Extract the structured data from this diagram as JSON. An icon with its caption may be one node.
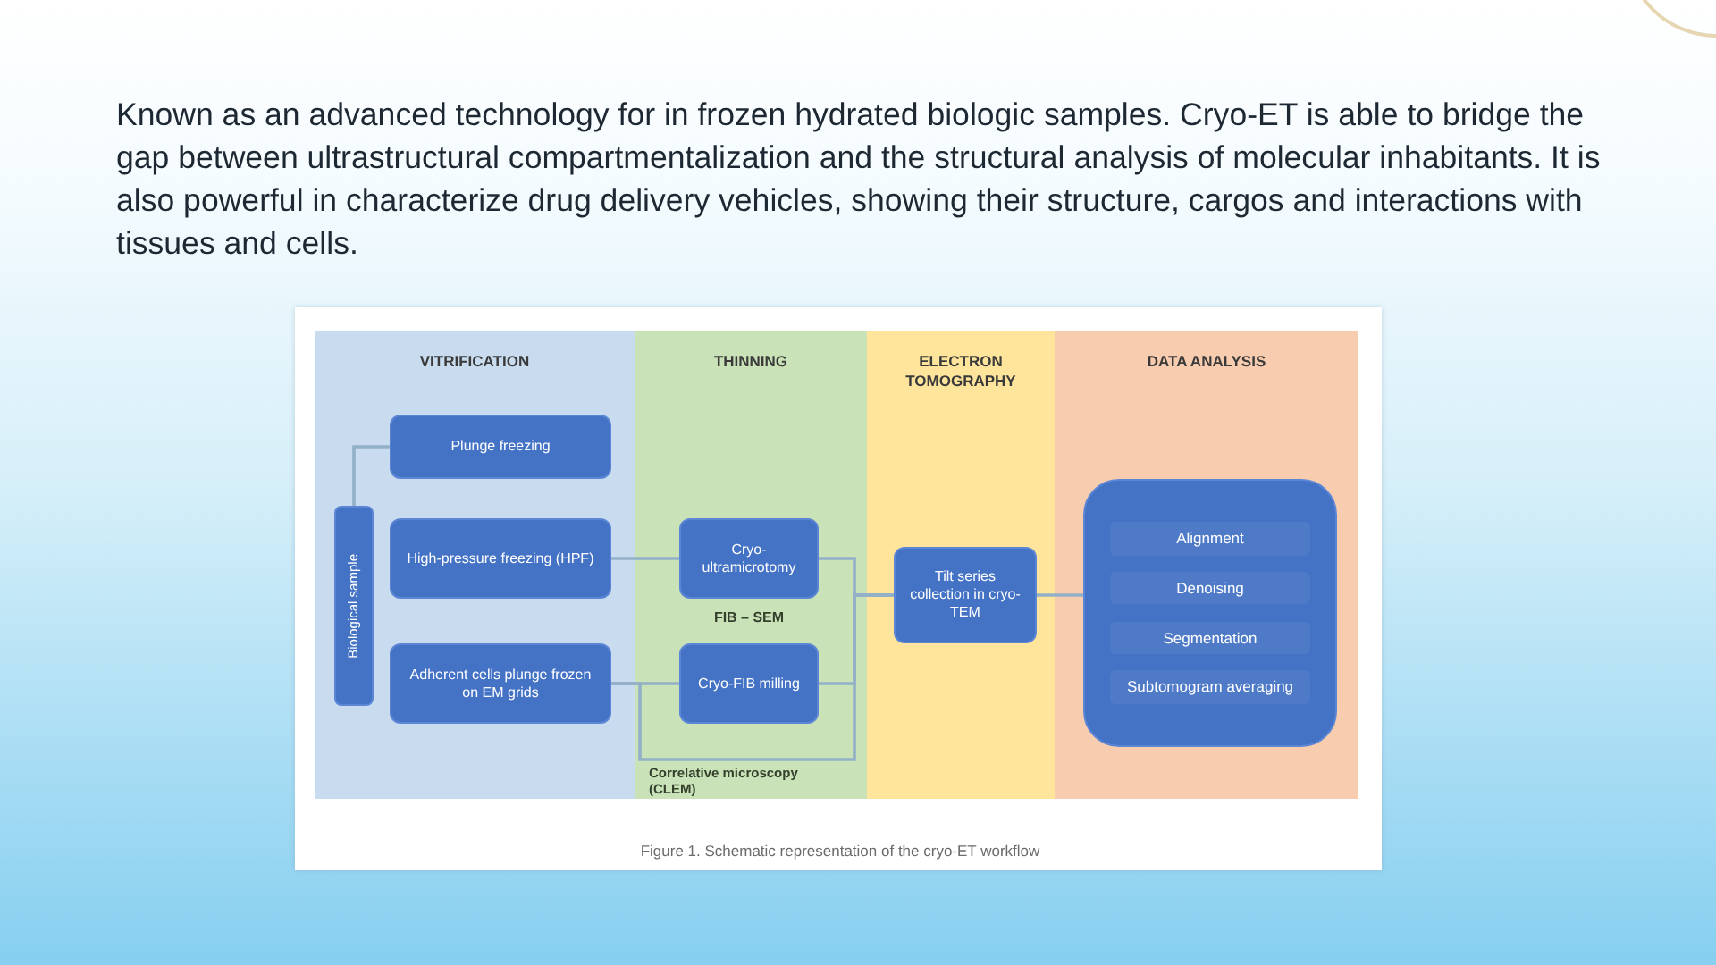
{
  "diagram": {
    "caption": "Figure 1. Schematic representation of the cryo-ET workflow",
    "nodes": [
      {
        "text": [
          "VITRIFICATION"
        ]
      },
      {
        "text": [
          "Biological sample"
        ],
        "in": 0
      },
      {
        "text": [
          "Plunge freezing"
        ],
        "in": 0
      },
      {
        "text": [
          "High-pressure freezing (HPF)"
        ],
        "in": 0
      },
      {
        "text": [
          "Adherent cells plunge frozen on EM grids"
        ],
        "in": 0
      },
      {
        "text": [
          "THINNING"
        ]
      },
      {
        "text": [
          "Cryo-ultramicrotomy"
        ],
        "in": 5
      },
      {
        "text": [
          "Cryo-FIB milling"
        ],
        "in": 5
      },
      {
        "text": [
          "ELECTRON TOMOGRAPHY"
        ]
      },
      {
        "text": [
          "Tilt series collection in cryo-TEM"
        ],
        "in": 8
      },
      {
        "text": [
          "DATA ANALYSIS"
        ]
      },
      {
        "text": [
          "Alignment",
          "Denoising",
          "Segmentation",
          "Subtomogram averaging"
        ],
        "in": 10
      }
    ],
    "edges": [
      {
        "from": 1,
        "to": 2,
        "arrow": "none"
      },
      {
        "from": 3,
        "to": 6,
        "arrow": "none"
      },
      {
        "from": 4,
        "to": 7,
        "arrow": "none"
      },
      {
        "from": 6,
        "to": 9,
        "arrow": "none"
      },
      {
        "from": 7,
        "to": 9,
        "arrow": "none"
      },
      {
        "from": 4,
        "to": 9,
        "arrow": "none"
      },
      {
        "from": 9,
        "to": 11,
        "arrow": "none"
      }
    ],
    "labels": [
      "Known as an advanced technology for in frozen hydrated biologic samples. Cryo-ET is able to bridge the gap between ultrastructural compartmentalization and the structural analysis of molecular inhabitants. It is also powerful in characterize drug delivery vehicles, showing their structure, cargos and interactions with tissues and cells.",
      "FIB – SEM",
      "Correlative microscopy (CLEM)"
    ]
  }
}
